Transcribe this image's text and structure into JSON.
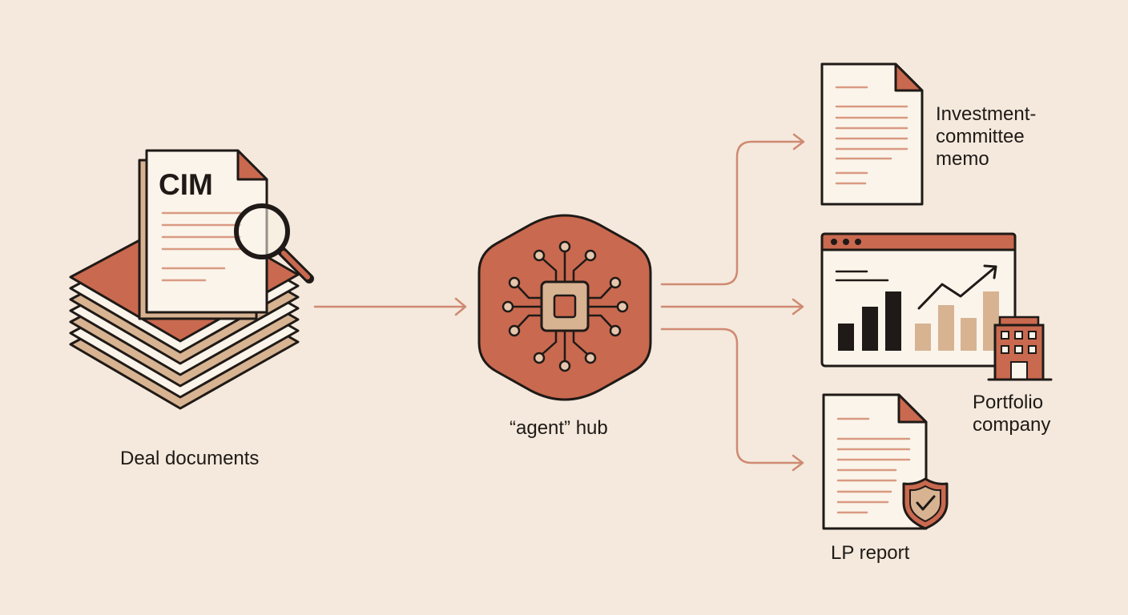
{
  "colors": {
    "background": "#f4e9dc",
    "accent": "#c9694f",
    "tan": "#d7b392",
    "paper": "#fbf4ea",
    "ink": "#1f1a17",
    "connector": "#cf8a72"
  },
  "nodes": {
    "deal_documents": {
      "label": "Deal documents",
      "doc_title": "CIM",
      "icon": "magnifier-icon"
    },
    "hub": {
      "label": "“agent” hub",
      "icon": "chip-icon"
    },
    "memo": {
      "label_lines": [
        "Investment-",
        "committee",
        "memo"
      ],
      "icon": "document-icon"
    },
    "portfolio": {
      "label_lines": [
        "Portfolio",
        "company"
      ],
      "icon": "building-icon"
    },
    "lp_report": {
      "label": "LP report",
      "icon": "shield-check-icon"
    }
  }
}
